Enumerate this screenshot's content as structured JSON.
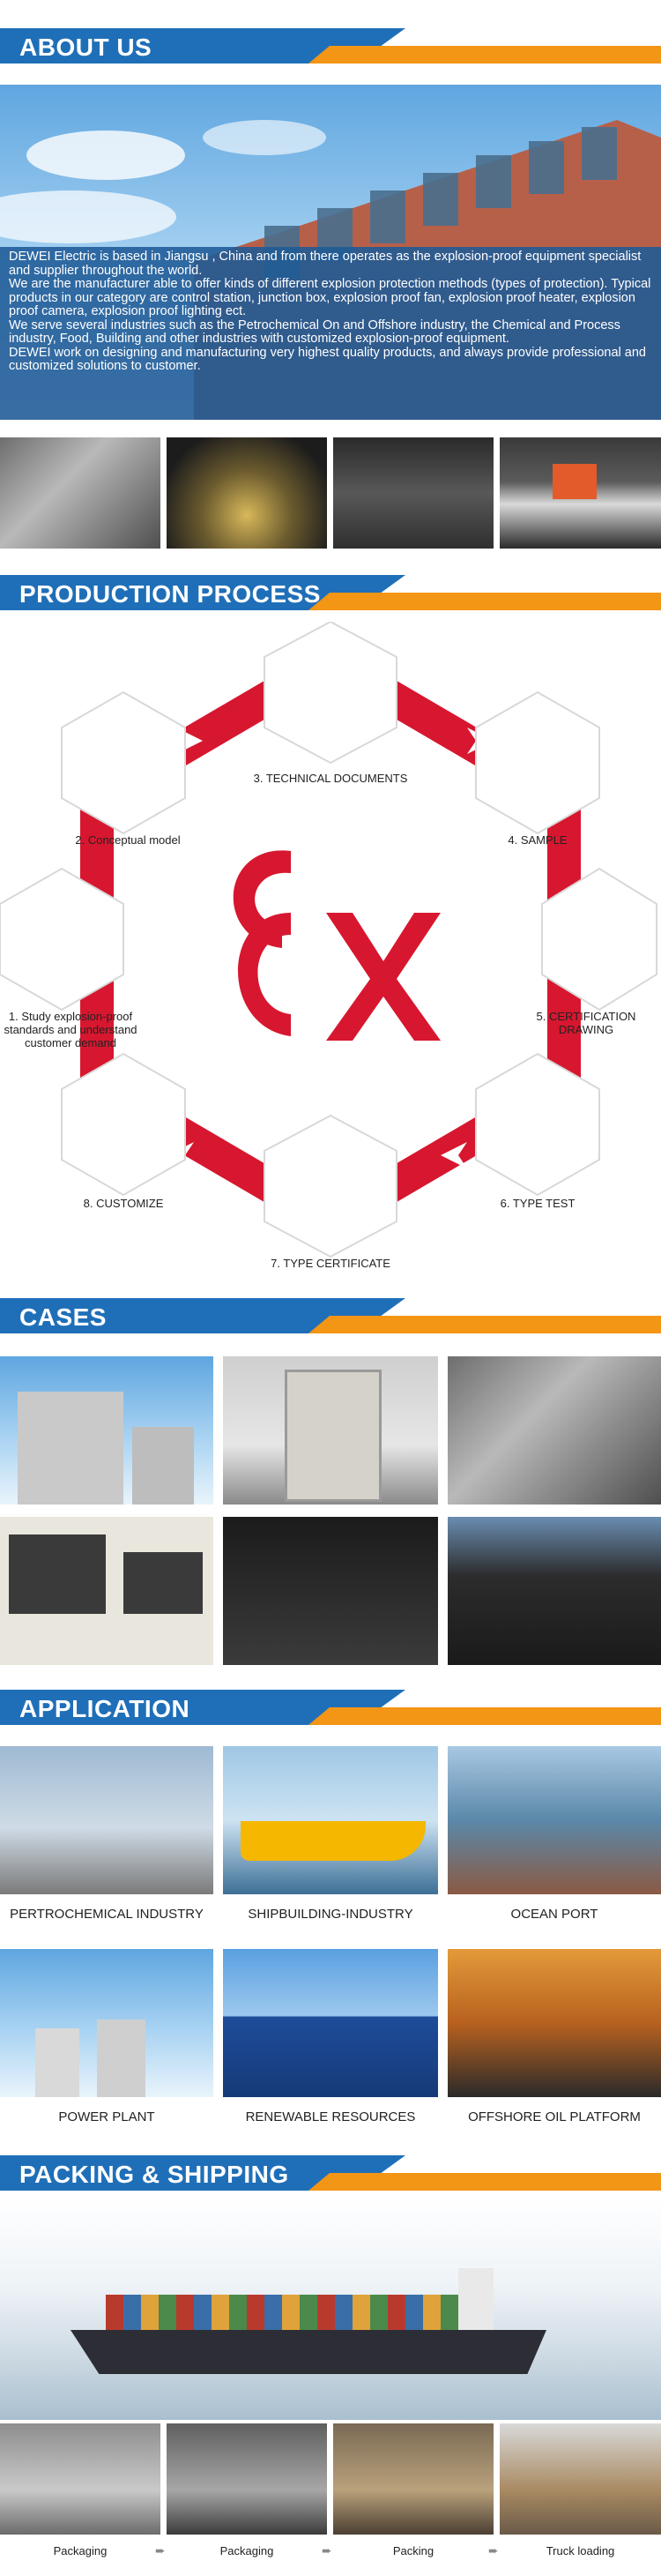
{
  "sections": {
    "about": "ABOUT US",
    "process": "PRODUCTION PROCESS",
    "cases": "CASES",
    "application": "APPLICATION",
    "packing": "PACKING & SHIPPING"
  },
  "about": {
    "p1": "DEWEI Electric is based in Jiangsu , China and from there operates as the explosion-proof equipment specialist and supplier throughout the world.",
    "p2": "We are the manufacturer able to offer kinds of different explosion protection methods (types of protection). Typical products in our category are control station, junction box, explosion proof fan, explosion proof heater, explosion proof camera, explosion proof lighting ect.",
    "p3": "We serve several industries such as the Petrochemical On and Offshore industry, the Chemical and Process industry, Food, Building and other industries with customized explosion-proof equipment.",
    "p4": "DEWEI work on designing and manufacturing very highest quality products, and always provide professional and customized solutions to customer."
  },
  "process": {
    "logo": "Ex",
    "step1": "1. Study explosion-proof standards and understand customer demand",
    "step2": "2. Conceptual model",
    "step3": "3. TECHNICAL DOCUMENTS",
    "step4": "4. SAMPLE",
    "step5": "5. CERTIFICATION DRAWING",
    "step6": "6. TYPE TEST",
    "step7": "7. TYPE CERTIFICATE",
    "step8": "8. CUSTOMIZE"
  },
  "application": {
    "a1": "PERTROCHEMICAL INDUSTRY",
    "a2": "SHIPBUILDING-INDUSTRY",
    "a3": "OCEAN PORT",
    "a4": "POWER PLANT",
    "a5": "RENEWABLE RESOURCES",
    "a6": "OFFSHORE OIL PLATFORM"
  },
  "packing": {
    "p1": "Packaging",
    "p2": "Packaging",
    "p3": "Packing",
    "p4": "Truck loading"
  },
  "colors": {
    "blue": "#1f6fb8",
    "orange": "#f39515",
    "red": "#d7172f"
  }
}
